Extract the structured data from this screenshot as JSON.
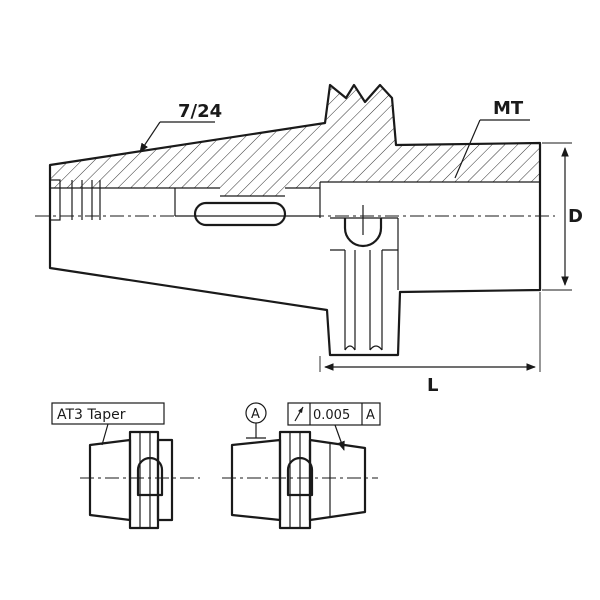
{
  "labels": {
    "taper_ratio": "7/24",
    "mt": "MT",
    "diameter": "D",
    "length": "L",
    "at3_taper": "AT3 Taper",
    "datum": "A",
    "tolerance_value": "0.005",
    "tolerance_datum": "A"
  },
  "icons": {
    "runout": "runout-arrow-icon"
  },
  "colors": {
    "line": "#1a1a1a",
    "background": "#ffffff"
  }
}
